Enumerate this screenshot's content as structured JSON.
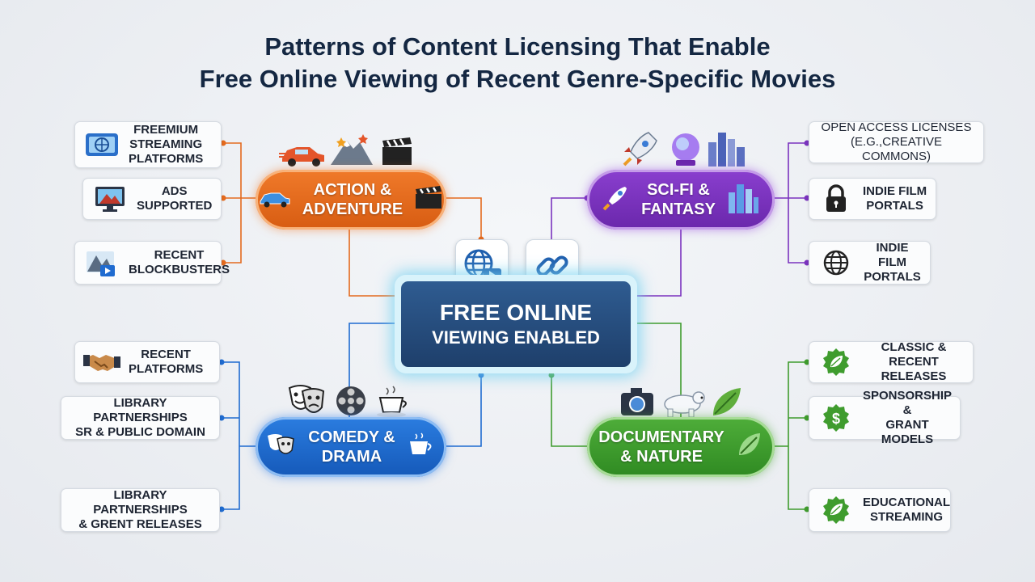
{
  "title": {
    "line1": "Patterns of Content Licensing That Enable",
    "line2": "Free Online Viewing of Recent Genre-Specific Movies"
  },
  "center": {
    "line1": "Free Online",
    "line2": "Viewing Enabled",
    "icons": [
      "globe-play-icon",
      "chain-link-icon"
    ]
  },
  "colors": {
    "action": "#e46a1e",
    "scifi": "#7a33be",
    "comedy": "#1f6bd0",
    "documentary": "#3f9c2e",
    "center": "#254a7c"
  },
  "hubs": {
    "action": {
      "label": "Action &\nAdventure",
      "icons": [
        "car-icon",
        "mountain-icon",
        "clapperboard-icon"
      ]
    },
    "scifi": {
      "label": "Sci-Fi &\nFantasy",
      "icons": [
        "rocket-icon",
        "crystal-ball-icon",
        "city-icon"
      ]
    },
    "comedy": {
      "label": "Comedy &\nDrama",
      "icons": [
        "theater-masks-icon",
        "film-reel-icon",
        "coffee-cup-icon"
      ]
    },
    "documentary": {
      "label": "Documentary\n& Nature",
      "icons": [
        "camera-icon",
        "polar-bear-icon",
        "leaf-icon"
      ]
    }
  },
  "leaves": {
    "action": [
      {
        "label": "Freemium\nStreaming\nPlatforms",
        "icon": "streaming-screen-icon"
      },
      {
        "label": "Ads\nSupported",
        "icon": "monitor-icon"
      },
      {
        "label": "Recent\nBlockbusters",
        "icon": "mountain-video-icon"
      }
    ],
    "scifi": [
      {
        "label": "Open Access Licenses\n(e.g.,Creative Commons)",
        "icon": ""
      },
      {
        "label": "Indie Film\nPortals",
        "icon": "padlock-icon"
      },
      {
        "label": "Indie Film\nPortals",
        "icon": "globe-icon"
      }
    ],
    "comedy": [
      {
        "label": "Recent\nPlatforms",
        "icon": "handshake-icon"
      },
      {
        "label": "Library Partnerships\nSR & Public Domain",
        "icon": ""
      },
      {
        "label": "Library Partnerships\n& Grent Releases",
        "icon": ""
      }
    ],
    "documentary": [
      {
        "label": "Classic &\nRecent Releases",
        "icon": "leaf-badge-icon"
      },
      {
        "label": "Sponsorship &\nGrant Models",
        "icon": "dollar-badge-icon"
      },
      {
        "label": "Educational\nStreaming",
        "icon": "leaf-badge-icon"
      }
    ]
  }
}
